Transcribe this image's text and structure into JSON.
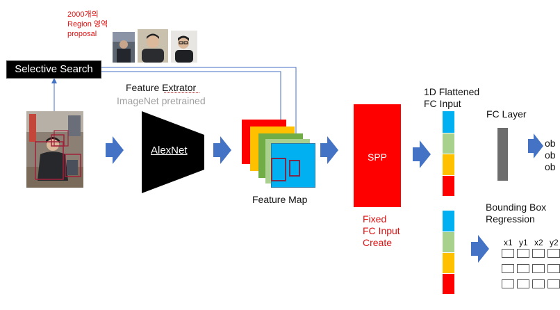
{
  "proposal_note": [
    "2000개의",
    "Region 영역",
    "proposal"
  ],
  "selective_search": "Selective Search",
  "feature_extractor": {
    "title": "Feature Extrator",
    "subtitle": "ImageNet pretrained"
  },
  "alexnet": "AlexNet",
  "feature_map": "Feature Map",
  "spp": "SPP",
  "fixed_input": [
    "Fixed",
    "FC Input",
    "Create"
  ],
  "flattened": [
    "1D Flattened",
    "FC Input"
  ],
  "fc_layer": "FC Layer",
  "object_labels": [
    "ob",
    "ob",
    "ob"
  ],
  "bbox_regression": [
    "Bounding Box",
    "Regression"
  ],
  "bbox_columns": [
    "x1",
    "y1",
    "x2",
    "y2"
  ],
  "colors": {
    "feature_map_layers": [
      "#ff0000",
      "#ffc000",
      "#70ad47",
      "#a9d08e",
      "#00b0f0"
    ],
    "vector_segments": [
      "#00b0f0",
      "#a9d18e",
      "#ffc000",
      "#ff0000"
    ],
    "arrow": "#4472c4",
    "spp": "#ff0000",
    "fc_layer": "#6d6d6d"
  }
}
